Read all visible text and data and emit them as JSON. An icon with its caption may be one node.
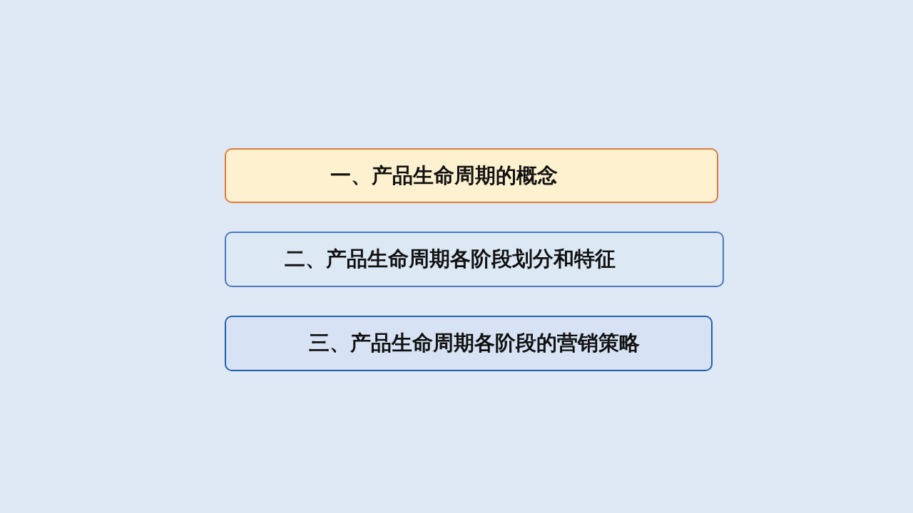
{
  "diagram": {
    "nodes": [
      {
        "text": [
          "一、产品生命周期的概念"
        ]
      },
      {
        "text": [
          "二、产品生命周期各阶段划分和特征"
        ]
      },
      {
        "text": [
          "三、产品生命周期各阶段的营销策略"
        ]
      }
    ]
  }
}
